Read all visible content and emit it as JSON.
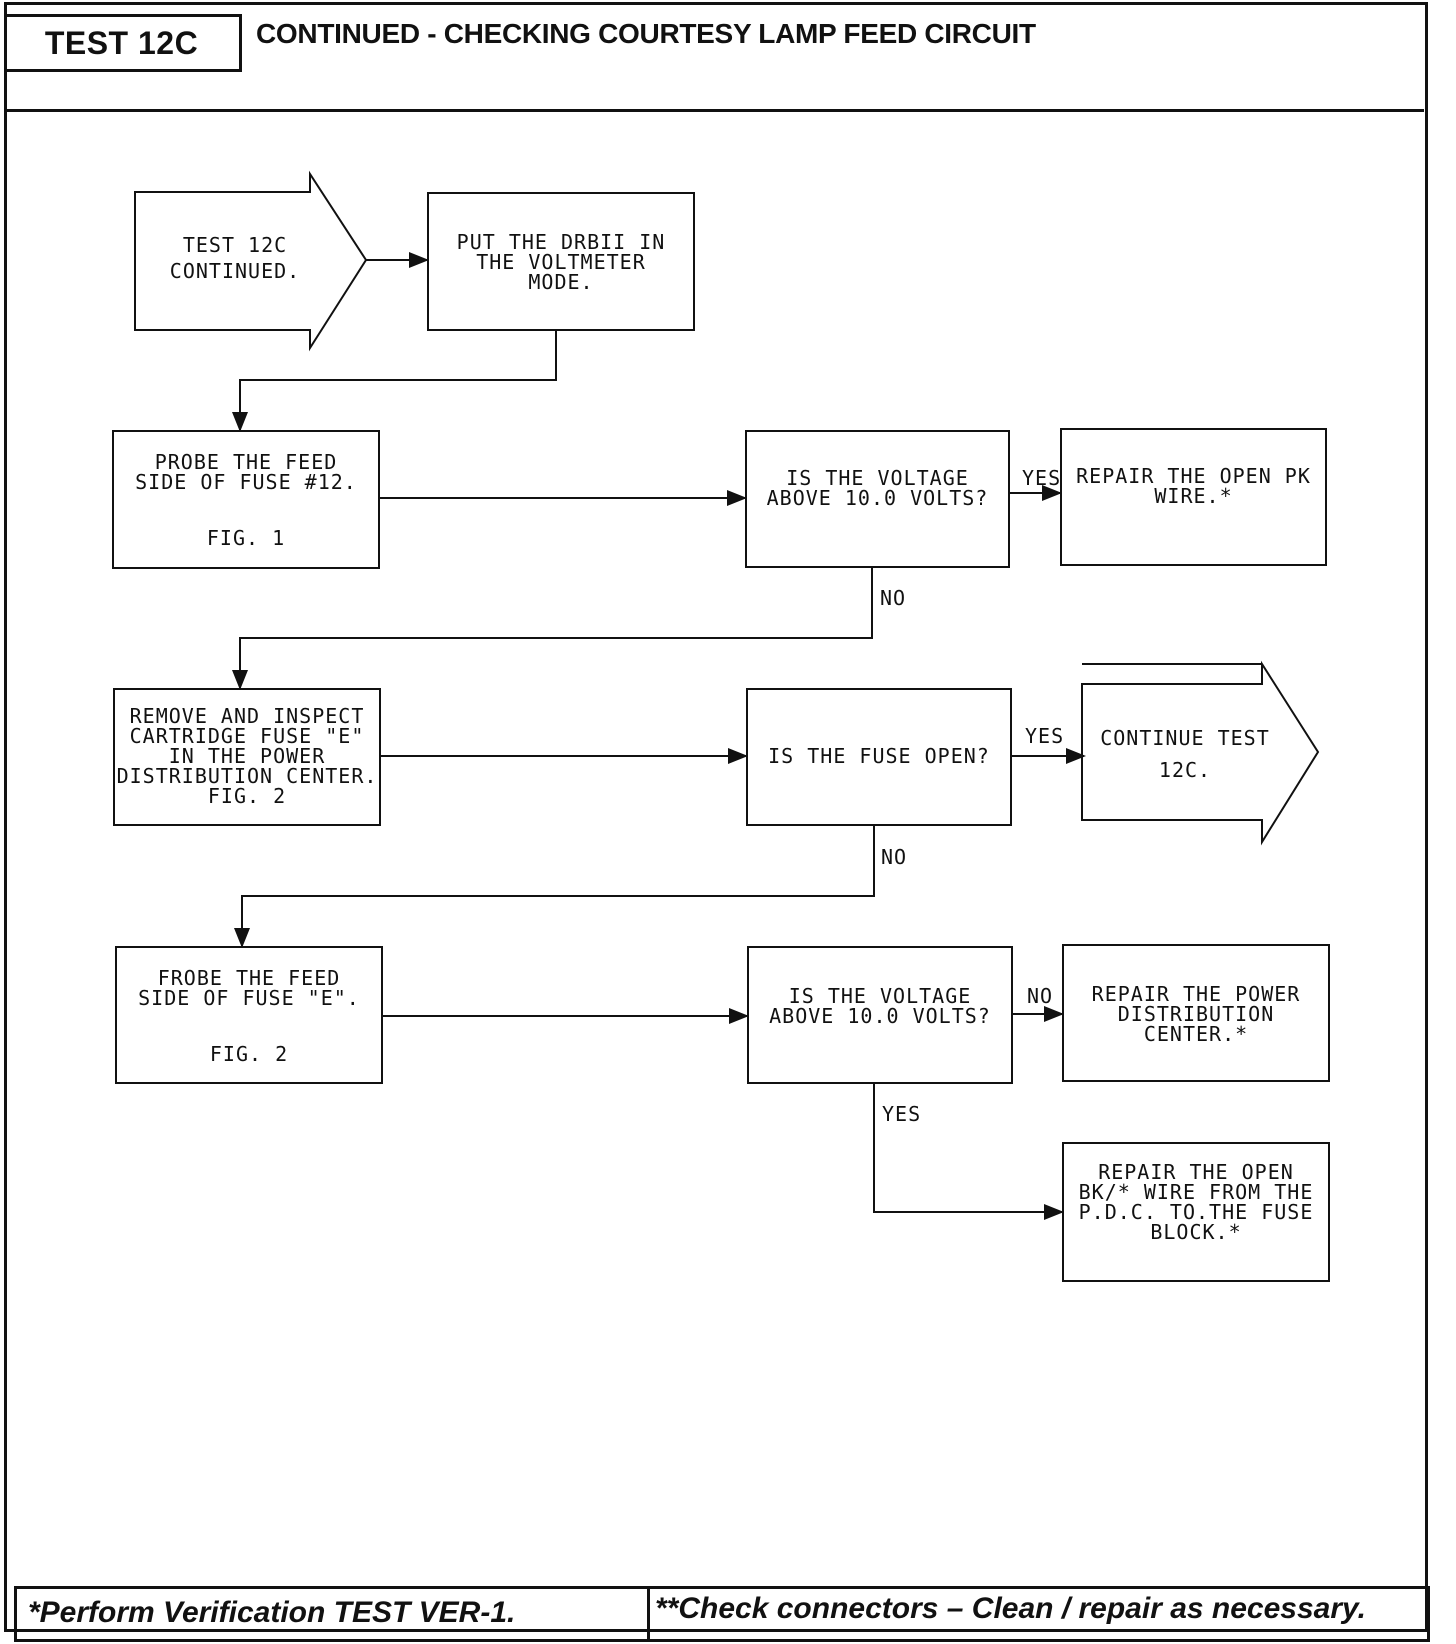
{
  "header": {
    "test_id": "TEST 12C",
    "title": "CONTINUED - CHECKING COURTESY LAMP FEED CIRCUIT"
  },
  "flow": {
    "start": "TEST 12C\nCONTINUED.",
    "step1": "PUT THE DRBII IN\nTHE VOLTMETER\nMODE.",
    "step2_text": "PROBE THE FEED\nSIDE OF FUSE #12.",
    "step2_fig": "FIG. 1",
    "q1": "IS THE VOLTAGE\nABOVE 10.0 VOLTS?",
    "q1_yes_label": "YES",
    "q1_yes_action": "REPAIR THE OPEN PK\nWIRE.*",
    "q1_no_label": "NO",
    "step3": "REMOVE AND INSPECT\nCARTRIDGE FUSE \"E\"\nIN THE POWER\nDISTRIBUTION CENTER.\nFIG. 2",
    "q2": "IS THE FUSE OPEN?",
    "q2_yes_label": "YES",
    "q2_yes_action": "CONTINUE TEST\n12C.",
    "q2_no_label": "NO",
    "step4_text": "FROBE THE FEED\nSIDE OF FUSE \"E\".",
    "step4_fig": "FIG. 2",
    "q3": "IS THE VOLTAGE\nABOVE 10.0 VOLTS?",
    "q3_no_label": "NO",
    "q3_no_action": "REPAIR THE POWER\nDISTRIBUTION\nCENTER.*",
    "q3_yes_label": "YES",
    "q3_yes_action": "REPAIR THE OPEN\nBK/* WIRE FROM THE\nP.D.C. TO.THE FUSE\nBLOCK.*"
  },
  "footer": {
    "note1": "*Perform Verification TEST VER-1.",
    "note2": "**Check connectors – Clean / repair as necessary."
  }
}
